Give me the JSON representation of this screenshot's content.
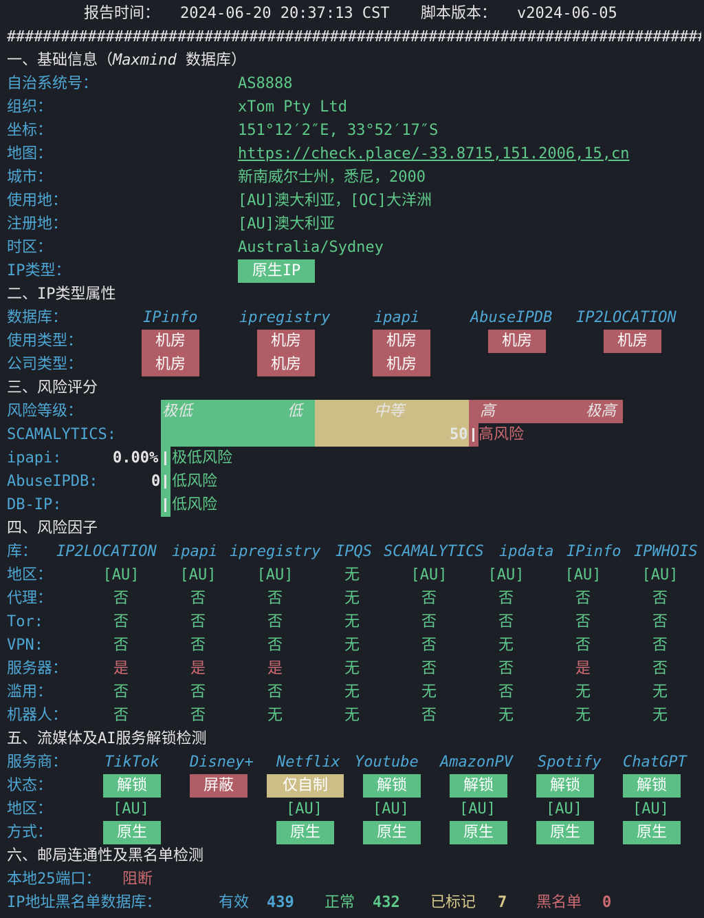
{
  "header": {
    "report_time_label": "报告时间：",
    "report_time": "2024-06-20 20:37:13 CST",
    "script_version_label": "脚本版本：",
    "script_version": "v2024-06-05",
    "separator": "##############################################################################"
  },
  "section1": {
    "title": "一、基础信息（",
    "title_source": "Maxmind",
    "title_suffix": " 数据库）",
    "rows": [
      {
        "label": "自治系统号：",
        "value": "AS8888"
      },
      {
        "label": "组织：",
        "value": "xTom Pty Ltd"
      },
      {
        "label": "坐标：",
        "value": "151°12′2″E, 33°52′17″S"
      },
      {
        "label": "地图：",
        "value": "https://check.place/-33.8715,151.2006,15,cn"
      },
      {
        "label": "城市：",
        "value": "新南威尔士州，悉尼，2000"
      },
      {
        "label": "使用地：",
        "value": "[AU]澳大利亚，[OC]大洋洲"
      },
      {
        "label": "注册地：",
        "value": "[AU]澳大利亚"
      },
      {
        "label": "时区：",
        "value": "Australia/Sydney"
      },
      {
        "label": "IP类型：",
        "value": "原生IP"
      }
    ]
  },
  "section2": {
    "title": "二、IP类型属性",
    "db_label": "数据库：",
    "usage_label": "使用类型：",
    "company_label": "公司类型：",
    "databases": [
      "IPinfo",
      "ipregistry",
      "ipapi",
      "AbuseIPDB",
      "IP2LOCATION"
    ],
    "usage": [
      "机房",
      "机房",
      "机房",
      "机房",
      "机房"
    ],
    "company": [
      "机房",
      "机房",
      "机房"
    ]
  },
  "section3": {
    "title": "三、风险评分",
    "level_label": "风险等级：",
    "levels": {
      "very_low": "极低",
      "low": "低",
      "medium": "中等",
      "high": "高",
      "very_high": "极高"
    },
    "scamalytics_label": "SCAMALYTICS:",
    "scamalytics_score": "50",
    "scamalytics_text": "高风险",
    "ipapi_label": "ipapi:",
    "ipapi_score": "0.00%",
    "ipapi_text": "极低风险",
    "abuse_label": "AbuseIPDB:",
    "abuse_score": "0",
    "abuse_text": "低风险",
    "dbip_label": "DB-IP:",
    "dbip_text": "低风险"
  },
  "section4": {
    "title": "四、风险因子",
    "lib_label": "库：",
    "databases": [
      "IP2LOCATION",
      "ipapi",
      "ipregistry",
      "IPQS",
      "SCAMALYTICS",
      "ipdata",
      "IPinfo",
      "IPWHOIS"
    ],
    "rows": [
      {
        "label": "地区：",
        "values": [
          "[AU]",
          "[AU]",
          "[AU]",
          "无",
          "[AU]",
          "[AU]",
          "[AU]",
          "[AU]"
        ],
        "colors": [
          "g",
          "g",
          "g",
          "g",
          "g",
          "g",
          "g",
          "g"
        ]
      },
      {
        "label": "代理：",
        "values": [
          "否",
          "否",
          "否",
          "无",
          "否",
          "否",
          "否",
          "否"
        ],
        "colors": [
          "g",
          "g",
          "g",
          "g",
          "g",
          "g",
          "g",
          "g"
        ]
      },
      {
        "label": "Tor:",
        "values": [
          "否",
          "否",
          "否",
          "无",
          "否",
          "否",
          "否",
          "否"
        ],
        "colors": [
          "g",
          "g",
          "g",
          "g",
          "g",
          "g",
          "g",
          "g"
        ]
      },
      {
        "label": "VPN:",
        "values": [
          "否",
          "否",
          "否",
          "无",
          "否",
          "无",
          "否",
          "否"
        ],
        "colors": [
          "g",
          "g",
          "g",
          "g",
          "g",
          "g",
          "g",
          "g"
        ]
      },
      {
        "label": "服务器：",
        "values": [
          "是",
          "是",
          "是",
          "无",
          "否",
          "否",
          "是",
          "否"
        ],
        "colors": [
          "r",
          "r",
          "r",
          "g",
          "g",
          "g",
          "r",
          "g"
        ]
      },
      {
        "label": "滥用：",
        "values": [
          "否",
          "否",
          "否",
          "无",
          "无",
          "否",
          "无",
          "无"
        ],
        "colors": [
          "g",
          "g",
          "g",
          "g",
          "g",
          "g",
          "g",
          "g"
        ]
      },
      {
        "label": "机器人：",
        "values": [
          "否",
          "否",
          "无",
          "无",
          "否",
          "无",
          "无",
          "无"
        ],
        "colors": [
          "g",
          "g",
          "g",
          "g",
          "g",
          "g",
          "g",
          "g"
        ]
      }
    ]
  },
  "section5": {
    "title": "五、流媒体及AI服务解锁检测",
    "provider_label": "服务商：",
    "status_label": "状态：",
    "region_label": "地区：",
    "method_label": "方式：",
    "services": [
      {
        "name": "TikTok",
        "status": "解锁",
        "status_color": "g",
        "region": "[AU]",
        "method": "原生"
      },
      {
        "name": "Disney+",
        "status": "屏蔽",
        "status_color": "r",
        "region": "",
        "method": ""
      },
      {
        "name": "Netflix",
        "status": "仅自制",
        "status_color": "y",
        "region": "[AU]",
        "method": "原生"
      },
      {
        "name": "Youtube",
        "status": "解锁",
        "status_color": "g",
        "region": "[AU]",
        "method": "原生"
      },
      {
        "name": "AmazonPV",
        "status": "解锁",
        "status_color": "g",
        "region": "[AU]",
        "method": "原生"
      },
      {
        "name": "Spotify",
        "status": "解锁",
        "status_color": "g",
        "region": "[AU]",
        "method": "原生"
      },
      {
        "name": "ChatGPT",
        "status": "解锁",
        "status_color": "g",
        "region": "[AU]",
        "method": "原生"
      }
    ]
  },
  "section6": {
    "title": "六、邮局连通性及黑名单检测",
    "port25_label": "本地25端口：",
    "port25_value": "阻断",
    "blacklist_label": "IP地址黑名单数据库：",
    "valid_label": "有效",
    "valid_value": "439",
    "normal_label": "正常",
    "normal_value": "432",
    "marked_label": "已标记",
    "marked_value": "7",
    "blacklisted_label": "黑名单",
    "blacklisted_value": "0"
  },
  "colors": {
    "background": "#1c1f26",
    "text": "#e6e6e6",
    "cyan": "#4ea7d4",
    "green": "#5ec98a",
    "red": "#cc6b72",
    "yellow": "#d8c98a",
    "badge_green": "#5cbf86",
    "badge_red": "#b15d65",
    "badge_yellow": "#cdbd86"
  }
}
